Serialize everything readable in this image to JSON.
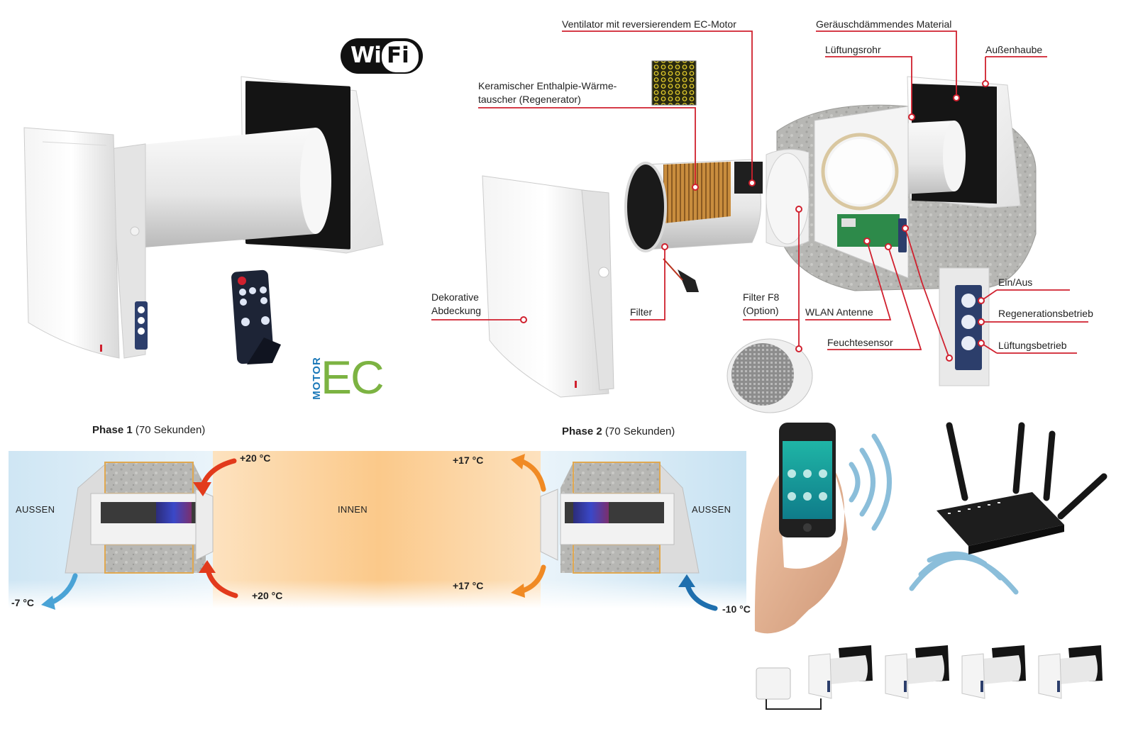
{
  "logos": {
    "wifi_w": "Wi",
    "wifi_fi": "Fi",
    "motor": "MOTOR",
    "ec": "EC"
  },
  "labels": {
    "ventilator": "Ventilator mit reversierendem EC-Motor",
    "insulation": "Geräuschdämmendes Material",
    "tube": "Lüftungsrohr",
    "hood": "Außenhaube",
    "ceramic_1": "Keramischer Enthalpie-Wärme-",
    "ceramic_2": "tauscher (Regenerator)",
    "cover_1": "Dekorative",
    "cover_2": "Abdeckung",
    "filter": "Filter",
    "filter_f8_1": "Filter F8",
    "filter_f8_2": "(Option)",
    "wlan": "WLAN Antenne",
    "humidity": "Feuchtesensor",
    "onoff": "Ein/Aus",
    "regen": "Regenerationsbetrieb",
    "vent_mode": "Lüftungsbetrieb"
  },
  "phases": {
    "phase1_title": "Phase 1",
    "phase1_time": "(70 Sekunden)",
    "phase2_title": "Phase 2",
    "phase2_time": "(70 Sekunden)",
    "zone_outside_left": "AUSSEN",
    "zone_inside": "INNEN",
    "zone_outside_right": "AUSSEN",
    "t_p1_in_top": "+20 °C",
    "t_p1_in_bottom": "+20 °C",
    "t_p1_out": "-7 °C",
    "t_p2_in_top": "+17 °C",
    "t_p2_in_bottom": "+17 °C",
    "t_p2_out": "-10 °C"
  },
  "colors": {
    "leader": "#d0202e",
    "outside_air": "#bfe0f3",
    "inside_air": "#fbc27a",
    "warm_arrow": "#e23a1c",
    "cold_arrow": "#4aa3d6",
    "orange_arrow": "#f08a24",
    "wifi_wave": "#7fb8d6",
    "eco_green": "#7cb342",
    "eco_blue": "#1a78b8"
  }
}
